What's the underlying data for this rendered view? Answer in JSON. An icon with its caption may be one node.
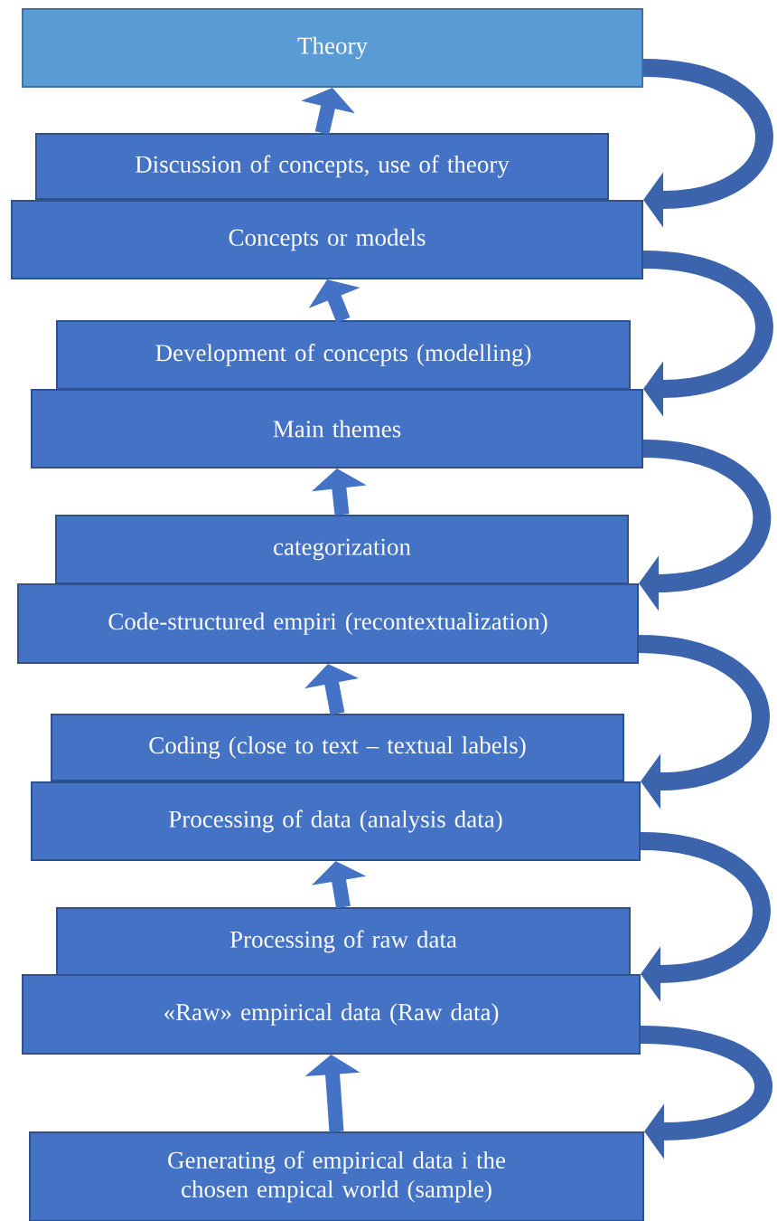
{
  "diagram": {
    "nodes": [
      {
        "text": [
          "Theory"
        ]
      },
      {
        "text": [
          "Discussion of concepts, use of theory"
        ]
      },
      {
        "text": [
          "Concepts or models"
        ]
      },
      {
        "text": [
          "Development of concepts (modelling)"
        ]
      },
      {
        "text": [
          "Main themes"
        ]
      },
      {
        "text": [
          "categorization"
        ]
      },
      {
        "text": [
          "Code-structured empiri (recontextualization)"
        ]
      },
      {
        "text": [
          "Coding (close to text – textual labels)"
        ]
      },
      {
        "text": [
          "Processing of data (analysis data)"
        ]
      },
      {
        "text": [
          "Processing of raw data"
        ]
      },
      {
        "text": [
          "«Raw» empirical data (Raw data)"
        ]
      },
      {
        "text": [
          "Generating of empirical data i the chosen empical world (sample)"
        ]
      }
    ],
    "edges": [
      {
        "from": 1,
        "to": 0,
        "arrow": "to"
      },
      {
        "from": 3,
        "to": 2,
        "arrow": "to"
      },
      {
        "from": 5,
        "to": 4,
        "arrow": "to"
      },
      {
        "from": 7,
        "to": 6,
        "arrow": "to"
      },
      {
        "from": 9,
        "to": 8,
        "arrow": "to"
      },
      {
        "from": 11,
        "to": 10,
        "arrow": "to"
      },
      {
        "from": 0,
        "to": 2,
        "arrow": "to"
      },
      {
        "from": 2,
        "to": 4,
        "arrow": "to"
      },
      {
        "from": 4,
        "to": 6,
        "arrow": "to"
      },
      {
        "from": 6,
        "to": 8,
        "arrow": "to"
      },
      {
        "from": 8,
        "to": 10,
        "arrow": "to"
      },
      {
        "from": 10,
        "to": 11,
        "arrow": "to"
      }
    ]
  }
}
